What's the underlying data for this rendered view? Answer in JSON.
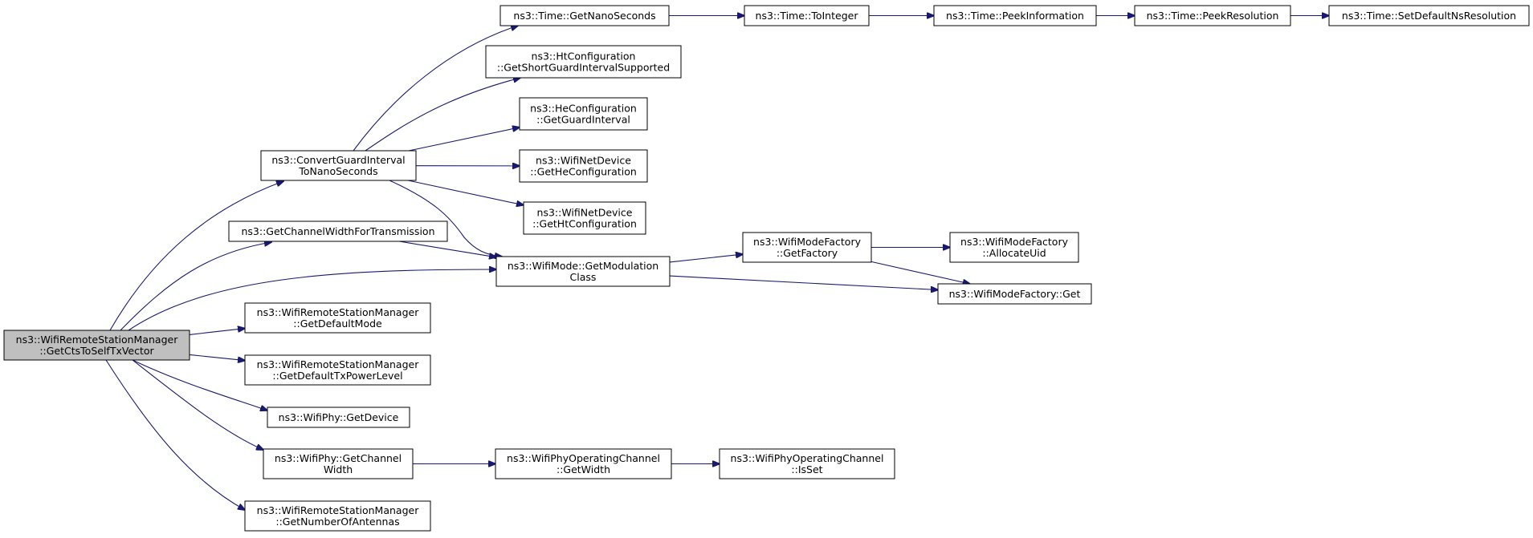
{
  "colors": {
    "edge": "#191970",
    "node_fill": "#ffffff",
    "root_fill": "#bfbfbf",
    "node_stroke": "#000000"
  },
  "nodes": [
    {
      "id": "root",
      "lines": [
        "ns3::WifiRemoteStationManager",
        "::GetCtsToSelfTxVector"
      ],
      "root": true
    },
    {
      "id": "convertgi",
      "lines": [
        "ns3::ConvertGuardInterval",
        "ToNanoSeconds"
      ]
    },
    {
      "id": "getchwtx",
      "lines": [
        "ns3::GetChannelWidthForTransmission"
      ]
    },
    {
      "id": "getdefmode",
      "lines": [
        "ns3::WifiRemoteStationManager",
        "::GetDefaultMode"
      ]
    },
    {
      "id": "getdeftxpl",
      "lines": [
        "ns3::WifiRemoteStationManager",
        "::GetDefaultTxPowerLevel"
      ]
    },
    {
      "id": "getdevice",
      "lines": [
        "ns3::WifiPhy::GetDevice"
      ]
    },
    {
      "id": "phygetchw",
      "lines": [
        "ns3::WifiPhy::GetChannel",
        "Width"
      ]
    },
    {
      "id": "getnumant",
      "lines": [
        "ns3::WifiRemoteStationManager",
        "::GetNumberOfAntennas"
      ]
    },
    {
      "id": "getnanos",
      "lines": [
        "ns3::Time::GetNanoSeconds"
      ]
    },
    {
      "id": "htconfig",
      "lines": [
        "ns3::HtConfiguration",
        "::GetShortGuardIntervalSupported"
      ]
    },
    {
      "id": "heconfig",
      "lines": [
        "ns3::HeConfiguration",
        "::GetGuardInterval"
      ]
    },
    {
      "id": "netdevhe",
      "lines": [
        "ns3::WifiNetDevice",
        "::GetHeConfiguration"
      ]
    },
    {
      "id": "netdevht",
      "lines": [
        "ns3::WifiNetDevice",
        "::GetHtConfiguration"
      ]
    },
    {
      "id": "getmodclass",
      "lines": [
        "ns3::WifiMode::GetModulation",
        "Class"
      ]
    },
    {
      "id": "opchgetwidth",
      "lines": [
        "ns3::WifiPhyOperatingChannel",
        "::GetWidth"
      ]
    },
    {
      "id": "tointeger",
      "lines": [
        "ns3::Time::ToInteger"
      ]
    },
    {
      "id": "peekinfo",
      "lines": [
        "ns3::Time::PeekInformation"
      ]
    },
    {
      "id": "peekres",
      "lines": [
        "ns3::Time::PeekResolution"
      ]
    },
    {
      "id": "setdefns",
      "lines": [
        "ns3::Time::SetDefaultNsResolution"
      ]
    },
    {
      "id": "getfactory",
      "lines": [
        "ns3::WifiModeFactory",
        "::GetFactory"
      ]
    },
    {
      "id": "allocuid",
      "lines": [
        "ns3::WifiModeFactory",
        "::AllocateUid"
      ]
    },
    {
      "id": "mfget",
      "lines": [
        "ns3::WifiModeFactory::Get"
      ]
    },
    {
      "id": "isset",
      "lines": [
        "ns3::WifiPhyOperatingChannel",
        "::IsSet"
      ]
    }
  ],
  "edges": [
    {
      "from": "root",
      "to": "convertgi"
    },
    {
      "from": "root",
      "to": "getchwtx"
    },
    {
      "from": "root",
      "to": "getmodclass"
    },
    {
      "from": "root",
      "to": "getdefmode"
    },
    {
      "from": "root",
      "to": "getdeftxpl"
    },
    {
      "from": "root",
      "to": "getdevice"
    },
    {
      "from": "root",
      "to": "phygetchw"
    },
    {
      "from": "root",
      "to": "getnumant"
    },
    {
      "from": "convertgi",
      "to": "getnanos"
    },
    {
      "from": "convertgi",
      "to": "htconfig"
    },
    {
      "from": "convertgi",
      "to": "heconfig"
    },
    {
      "from": "convertgi",
      "to": "netdevhe"
    },
    {
      "from": "convertgi",
      "to": "netdevht"
    },
    {
      "from": "convertgi",
      "to": "getmodclass"
    },
    {
      "from": "getchwtx",
      "to": "getmodclass"
    },
    {
      "from": "getnanos",
      "to": "tointeger"
    },
    {
      "from": "tointeger",
      "to": "peekinfo"
    },
    {
      "from": "peekinfo",
      "to": "peekres"
    },
    {
      "from": "peekres",
      "to": "setdefns"
    },
    {
      "from": "getmodclass",
      "to": "getfactory"
    },
    {
      "from": "getmodclass",
      "to": "mfget"
    },
    {
      "from": "getfactory",
      "to": "allocuid"
    },
    {
      "from": "getfactory",
      "to": "mfget"
    },
    {
      "from": "phygetchw",
      "to": "opchgetwidth"
    },
    {
      "from": "opchgetwidth",
      "to": "isset"
    }
  ]
}
